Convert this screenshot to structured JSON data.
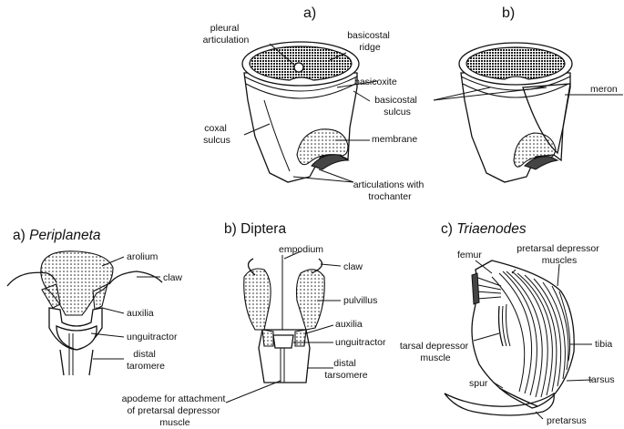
{
  "coxa": {
    "panel_a": "a)",
    "panel_b": "b)",
    "labels": {
      "pleural_articulation": [
        "pleural",
        "articulation"
      ],
      "basicostal_ridge": [
        "basicostal",
        "ridge"
      ],
      "basicoxite": "basicoxite",
      "basicostal_sulcus": [
        "basicostal",
        "sulcus"
      ],
      "coxal_sulcus": [
        "coxal",
        "sulcus"
      ],
      "membrane": "membrane",
      "articulations": [
        "articulations with",
        "trochanter"
      ],
      "meron": "meron"
    }
  },
  "tarsi": {
    "periplaneta": {
      "panel": "a)",
      "title": "Periplaneta",
      "labels": {
        "arolium": "arolium",
        "claw": "claw",
        "auxilia": "auxilia",
        "unguitractor": "unguitractor",
        "distal_taromere": [
          "distal",
          "taromere"
        ]
      }
    },
    "diptera": {
      "panel": "b)",
      "title": "Diptera",
      "labels": {
        "empodium": "empodium",
        "claw": "claw",
        "pulvillus": "pulvillus",
        "auxilia": "auxilia",
        "unguitractor": "unguitractor",
        "distal_tarsomere": [
          "distal",
          "tarsomere"
        ]
      }
    },
    "triaenodes": {
      "panel": "c)",
      "title": "Triaenodes",
      "labels": {
        "femur": "femur",
        "pretarsal_depressor_muscles": [
          "pretarsal depressor",
          "muscles"
        ],
        "tibia": "tibia",
        "tarsal_depressor_muscle": [
          "tarsal depressor",
          "muscle"
        ],
        "spur": "spur",
        "tarsus": "tarsus",
        "pretarsus": "pretarsus"
      }
    },
    "apodeme": [
      "apodeme for attachment",
      "of pretarsal depressor",
      "muscle"
    ]
  }
}
